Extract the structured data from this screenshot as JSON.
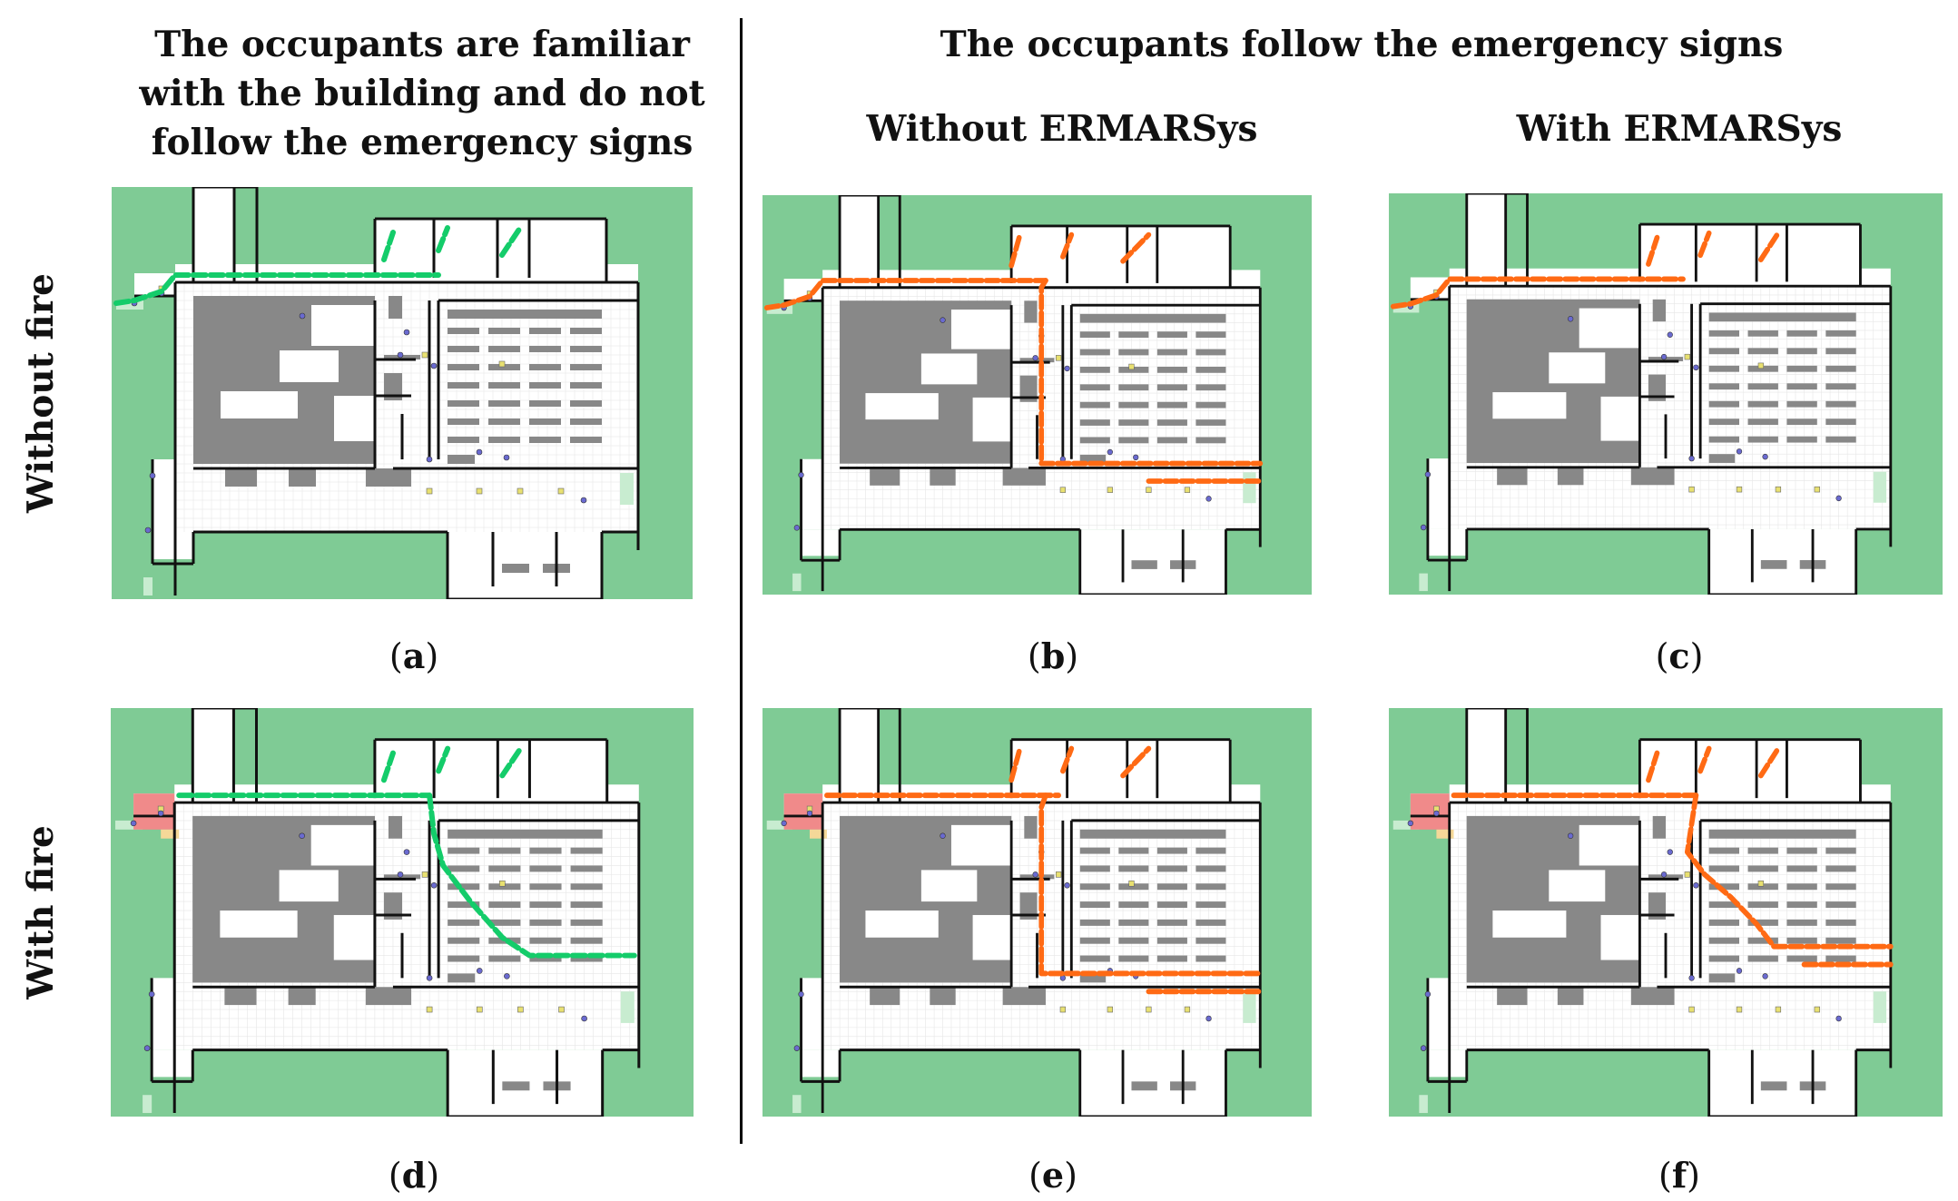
{
  "headers": {
    "left": "The occupants are familiar with the building and do not follow the emergency signs",
    "right": "The occupants follow the emergency signs",
    "sub_without": "Without ERMARSys",
    "sub_with": "With ERMARSys"
  },
  "row_labels": {
    "row1": "Without fire",
    "row2": "With fire"
  },
  "panels": [
    {
      "id": "a",
      "open": "(",
      "letter": "a",
      "close": ")",
      "trail_color": "#14cc6a",
      "fire": false,
      "route": "familiar"
    },
    {
      "id": "b",
      "open": "(",
      "letter": "b",
      "close": ")",
      "trail_color": "#ff6a14",
      "fire": false,
      "route": "signs_without"
    },
    {
      "id": "c",
      "open": "(",
      "letter": "c",
      "close": ")",
      "trail_color": "#ff6a14",
      "fire": false,
      "route": "signs_with"
    },
    {
      "id": "d",
      "open": "(",
      "letter": "d",
      "close": ")",
      "trail_color": "#14cc6a",
      "fire": true,
      "route": "familiar_fire"
    },
    {
      "id": "e",
      "open": "(",
      "letter": "e",
      "close": ")",
      "trail_color": "#ff6a14",
      "fire": true,
      "route": "signs_without_fire"
    },
    {
      "id": "f",
      "open": "(",
      "letter": "f",
      "close": ")",
      "trail_color": "#ff6a14",
      "fire": true,
      "route": "signs_with_fire"
    }
  ],
  "colors": {
    "ground": "#7fcb95",
    "floor": "#ffffff",
    "wall": "#111111",
    "furniture": "#888888",
    "fire": "#f08a8a",
    "exit": "#c8ecd0",
    "sign": "#e8e070",
    "occupant": "#6a6ad0"
  }
}
